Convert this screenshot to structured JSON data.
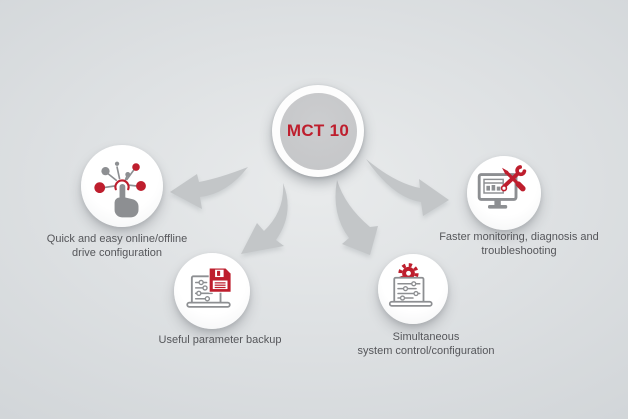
{
  "diagram": {
    "hub_label": "MCT 10",
    "nodes": [
      {
        "label": "Quick and easy online/offline\ndrive configuration",
        "icon": "touch-network-icon"
      },
      {
        "label": "Useful parameter backup",
        "icon": "laptop-save-icon"
      },
      {
        "label": "Simultaneous\nsystem control/configuration",
        "icon": "laptop-gear-icon"
      },
      {
        "label": "Faster monitoring, diagnosis and\ntroubleshooting",
        "icon": "monitor-tools-icon"
      }
    ],
    "colors": {
      "accent_red": "#be1e2d",
      "icon_gray": "#8d8f92",
      "arrow_gray": "#c3c6c8",
      "text_gray": "#55565a",
      "hub_fill": "#c7c8ca"
    }
  }
}
